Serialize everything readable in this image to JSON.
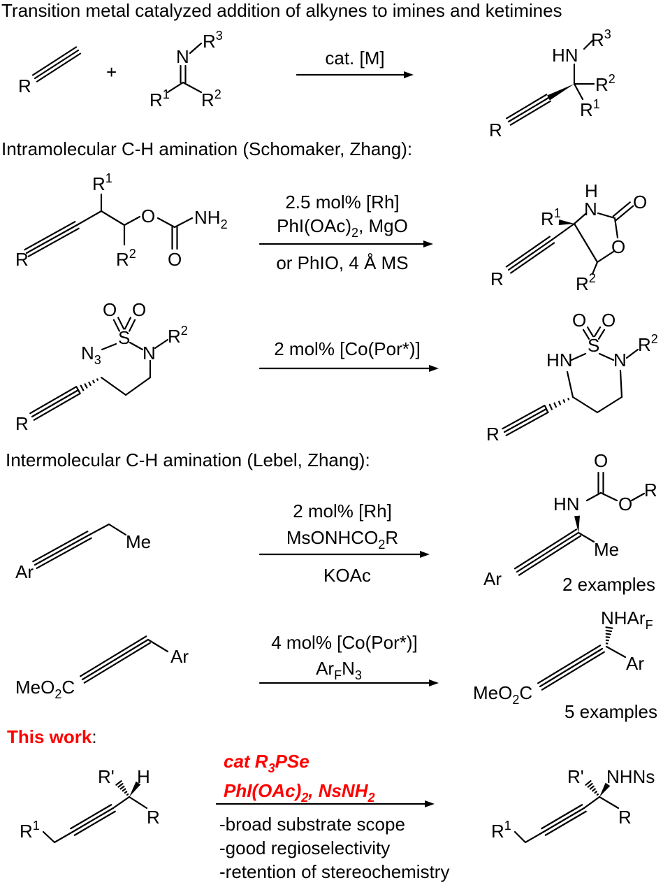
{
  "colors": {
    "highlight": "#ff0000",
    "ink": "#000000"
  },
  "section1": {
    "title": "Transition metal catalyzed addition of alkynes to imines and ketimines",
    "reactant_alkyne": {
      "r": "R"
    },
    "plus": "+",
    "imine": {
      "n": "N",
      "r3": "R^3",
      "r1": "R^1",
      "r2": "R^2"
    },
    "conditions": "cat. [M]",
    "product": {
      "hn": "HN",
      "r3": "R^3",
      "r2": "R^2",
      "r1": "R^1",
      "r": "R"
    }
  },
  "section2": {
    "title": "Intramolecular C-H amination (Schomaker, Zhang):",
    "carbamate": {
      "r": "R",
      "r1": "R^1",
      "r2": "R^2",
      "o": "O",
      "o2": "O",
      "nh2": "NH_2"
    },
    "conditions": [
      "2.5 mol% [Rh]",
      "PhI(OAc)_2, MgO",
      "or PhIO, 4 Å MS"
    ],
    "product": {
      "h": "H",
      "n": "N",
      "o_exo": "O",
      "o_ring": "O",
      "r1": "R^1",
      "r2": "R^2",
      "r": "R"
    }
  },
  "section3": {
    "sulfamide": {
      "o1": "O",
      "o2": "O",
      "s": "S",
      "n3": "N_3",
      "n": "N",
      "r2": "R^2",
      "r": "R"
    },
    "conditions": "2 mol% [Co(Por*)]",
    "product": {
      "o1": "O",
      "o2": "O",
      "s": "S",
      "hn": "HN",
      "n": "N",
      "r2": "R^2",
      "r": "R"
    }
  },
  "section4": {
    "title": "Intermolecular C-H amination (Lebel, Zhang):",
    "reaction1": {
      "reactant": {
        "ar": "Ar",
        "me": "Me"
      },
      "conditions": [
        "2 mol% [Rh]",
        "MsONHCO_2R",
        "KOAc"
      ],
      "product": {
        "o": "O",
        "o2": "O",
        "r": "R",
        "hn": "HN",
        "me": "Me",
        "ar": "Ar"
      },
      "examples": "2 examples"
    },
    "reaction2": {
      "reactant": {
        "ester": "MeO_2C",
        "ar": "Ar"
      },
      "conditions": [
        "4 mol% [Co(Por*)]",
        "Ar_FN_3"
      ],
      "product": {
        "ester": "MeO_2C",
        "nh": "NHAr_F",
        "ar": "Ar"
      },
      "examples": "5 examples"
    }
  },
  "section5": {
    "title": "This work",
    "title_colon": ":",
    "reactant": {
      "r1": "R^1",
      "rp": "R'",
      "h": "H",
      "r": "R"
    },
    "conditions_red": [
      "cat R_3PSe",
      "PhI(OAc)_2, NsNH_2"
    ],
    "features": [
      "-broad substrate scope",
      "-good regioselectivity",
      "-retention of stereochemistry"
    ],
    "product": {
      "r1": "R^1",
      "rp": "R'",
      "nhns": "NHNs",
      "r": "R"
    }
  }
}
